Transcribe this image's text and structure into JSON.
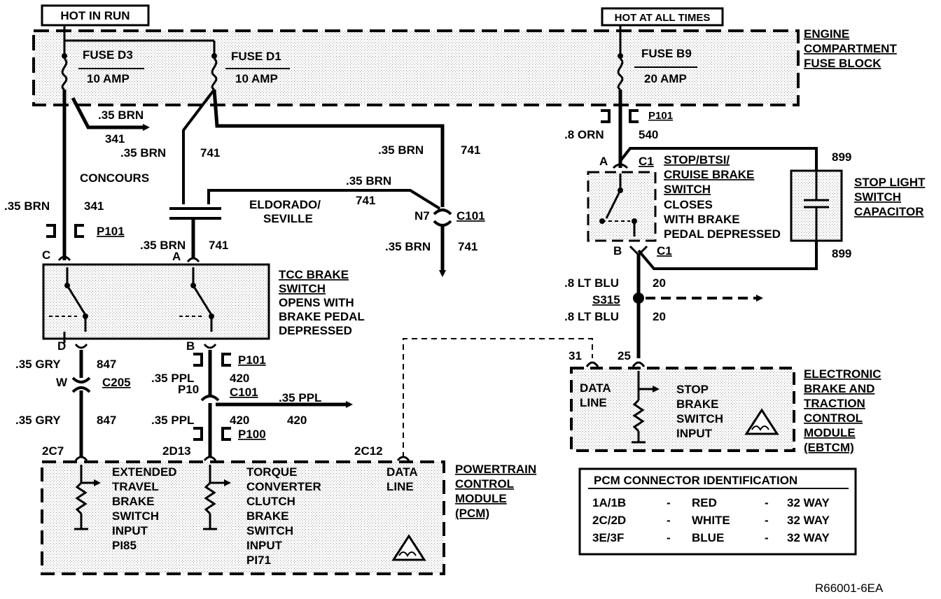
{
  "power": {
    "hot_in_run": "HOT IN RUN",
    "hot_at_all_times": "HOT AT ALL TIMES",
    "fuse_block": [
      "ENGINE",
      "COMPARTMENT",
      "FUSE BLOCK"
    ]
  },
  "fuses": {
    "d3": {
      "name": "FUSE D3",
      "rating": "10 AMP"
    },
    "d1": {
      "name": "FUSE D1",
      "rating": "10 AMP"
    },
    "b9": {
      "name": "FUSE B9",
      "rating": "20 AMP"
    }
  },
  "wires": {
    "brn_035": ".35 BRN",
    "c341": "341",
    "c741": "741",
    "orn_08": ".8 ORN",
    "c540": "540",
    "c899": "899",
    "ltblu_08": ".8 LT BLU",
    "c20": "20",
    "gry_035": ".35 GRY",
    "c847": "847",
    "ppl_035": ".35 PPL",
    "c420": "420"
  },
  "variants": {
    "concours": "CONCOURS",
    "eldorado": [
      "ELDORADO/",
      "SEVILLE"
    ]
  },
  "connectors": {
    "p101": "P101",
    "p100": "P100",
    "c101": "C101",
    "c205": "C205",
    "n7": "N7",
    "p10": "P10",
    "w": "W",
    "c1": "C1",
    "s315": "S315",
    "pin_a": "A",
    "pin_b": "B",
    "pin_c": "C",
    "pin_d": "D",
    "pin_31": "31",
    "pin_25": "25",
    "pin_2c7": "2C7",
    "pin_2d13": "2D13",
    "pin_2c12": "2C12"
  },
  "components": {
    "tcc_switch": [
      "TCC BRAKE",
      "SWITCH",
      "OPENS WITH",
      "BRAKE PEDAL",
      "DEPRESSED"
    ],
    "stop_switch": [
      "STOP/BTSI/",
      "CRUISE BRAKE",
      "SWITCH",
      "CLOSES",
      "WITH BRAKE",
      "PEDAL DEPRESSED"
    ],
    "stop_capacitor": [
      "STOP LIGHT",
      "SWITCH",
      "CAPACITOR"
    ],
    "ebtcm": [
      "ELECTRONIC",
      "BRAKE AND",
      "TRACTION",
      "CONTROL",
      "MODULE",
      "(EBTCM)"
    ],
    "ebtcm_data": [
      "DATA",
      "LINE"
    ],
    "ebtcm_stop": [
      "STOP",
      "BRAKE",
      "SWITCH",
      "INPUT"
    ],
    "pcm": [
      "POWERTRAIN",
      "CONTROL",
      "MODULE",
      "(PCM)"
    ],
    "pcm_ext": [
      "EXTENDED",
      "TRAVEL",
      "BRAKE",
      "SWITCH",
      "INPUT",
      "PI85"
    ],
    "pcm_tcc": [
      "TORQUE",
      "CONVERTER",
      "CLUTCH",
      "BRAKE",
      "SWITCH",
      "INPUT",
      "PI71"
    ],
    "pcm_data": [
      "DATA",
      "LINE"
    ]
  },
  "pcm_id_table": {
    "title": "PCM CONNECTOR IDENTIFICATION",
    "rows": [
      {
        "pins": "1A/1B",
        "sep": "-",
        "color": "RED",
        "sep2": "-",
        "size": "32 WAY"
      },
      {
        "pins": "2C/2D",
        "sep": "-",
        "color": "WHITE",
        "sep2": "-",
        "size": "32 WAY"
      },
      {
        "pins": "3E/3F",
        "sep": "-",
        "color": "BLUE",
        "sep2": "-",
        "size": "32 WAY"
      }
    ]
  },
  "figure_id": "R66001-6EA"
}
